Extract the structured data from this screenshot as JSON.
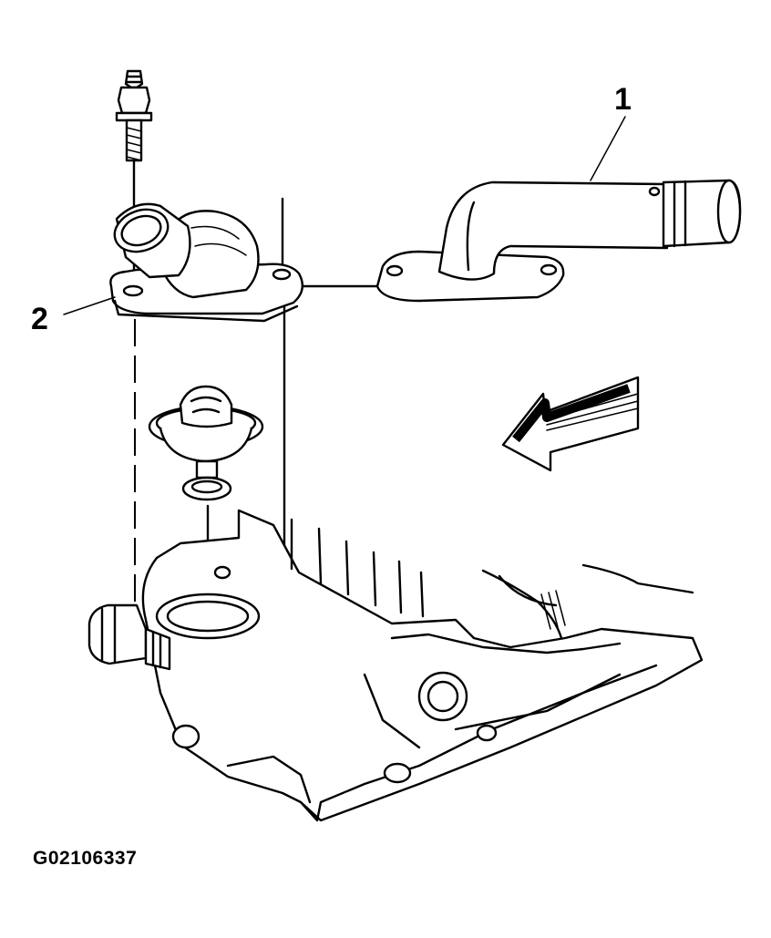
{
  "figure": {
    "callouts": [
      {
        "id": "1",
        "label": "1",
        "part": "water-outlet-pipe"
      },
      {
        "id": "2",
        "label": "2",
        "part": "thermostat-housing"
      }
    ],
    "figure_id": "G02106337"
  },
  "colors": {
    "line": "#000000",
    "background": "#ffffff"
  }
}
